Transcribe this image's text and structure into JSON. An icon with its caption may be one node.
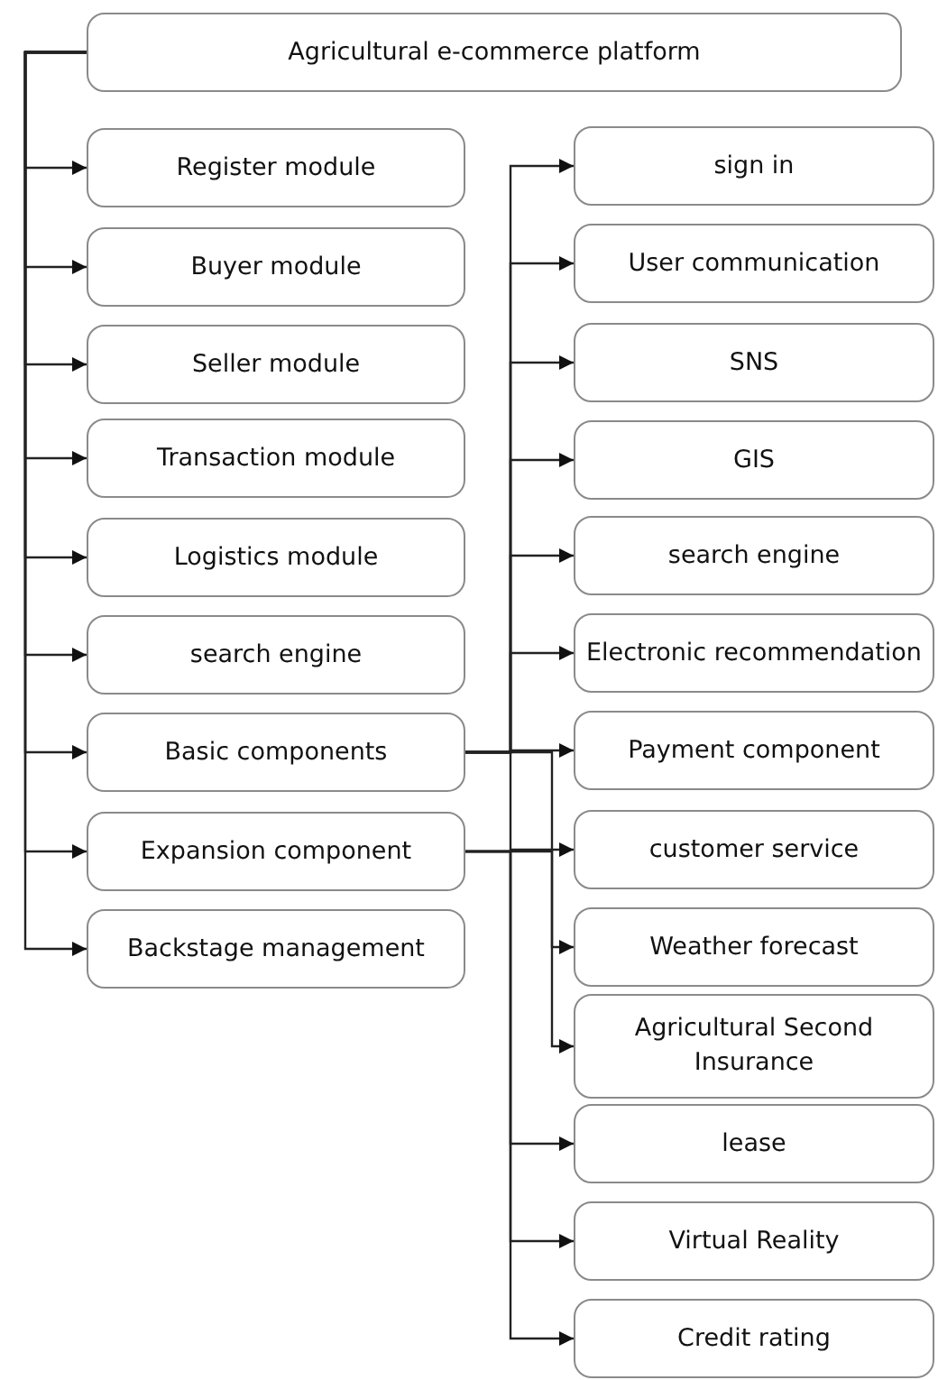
{
  "diagram": {
    "nodes": [
      {
        "text": [
          "Agricultural e-commerce platform"
        ]
      },
      {
        "text": [
          "Register module"
        ]
      },
      {
        "text": [
          "Buyer module"
        ]
      },
      {
        "text": [
          "Seller module"
        ]
      },
      {
        "text": [
          "Transaction module"
        ]
      },
      {
        "text": [
          "Logistics module"
        ]
      },
      {
        "text": [
          "search engine"
        ]
      },
      {
        "text": [
          "Basic components"
        ]
      },
      {
        "text": [
          "Expansion component"
        ]
      },
      {
        "text": [
          "Backstage management"
        ]
      },
      {
        "text": [
          "sign in"
        ]
      },
      {
        "text": [
          "User communication"
        ]
      },
      {
        "text": [
          "SNS"
        ]
      },
      {
        "text": [
          "GIS"
        ]
      },
      {
        "text": [
          "search engine"
        ]
      },
      {
        "text": [
          "Electronic recommendation"
        ]
      },
      {
        "text": [
          "Payment component"
        ]
      },
      {
        "text": [
          "customer service"
        ]
      },
      {
        "text": [
          "Weather forecast"
        ]
      },
      {
        "text": [
          "Agricultural Second Insurance"
        ]
      },
      {
        "text": [
          "lease"
        ]
      },
      {
        "text": [
          "Virtual Reality"
        ]
      },
      {
        "text": [
          "Credit rating"
        ]
      }
    ],
    "edges": [
      {
        "from": 0,
        "to": 1,
        "arrow": "to"
      },
      {
        "from": 0,
        "to": 2,
        "arrow": "to"
      },
      {
        "from": 0,
        "to": 3,
        "arrow": "to"
      },
      {
        "from": 0,
        "to": 4,
        "arrow": "to"
      },
      {
        "from": 0,
        "to": 5,
        "arrow": "to"
      },
      {
        "from": 0,
        "to": 6,
        "arrow": "to"
      },
      {
        "from": 0,
        "to": 7,
        "arrow": "to"
      },
      {
        "from": 0,
        "to": 8,
        "arrow": "to"
      },
      {
        "from": 0,
        "to": 9,
        "arrow": "to"
      },
      {
        "from": 7,
        "to": 10,
        "arrow": "to"
      },
      {
        "from": 7,
        "to": 11,
        "arrow": "to"
      },
      {
        "from": 7,
        "to": 12,
        "arrow": "to"
      },
      {
        "from": 7,
        "to": 13,
        "arrow": "to"
      },
      {
        "from": 7,
        "to": 14,
        "arrow": "to"
      },
      {
        "from": 7,
        "to": 15,
        "arrow": "to"
      },
      {
        "from": 7,
        "to": 16,
        "arrow": "to"
      },
      {
        "from": 7,
        "to": 17,
        "arrow": "to"
      },
      {
        "from": 7,
        "to": 18,
        "arrow": "to"
      },
      {
        "from": 8,
        "to": 19,
        "arrow": "to"
      },
      {
        "from": 8,
        "to": 20,
        "arrow": "to"
      },
      {
        "from": 8,
        "to": 21,
        "arrow": "to"
      },
      {
        "from": 8,
        "to": 22,
        "arrow": "to"
      }
    ]
  }
}
